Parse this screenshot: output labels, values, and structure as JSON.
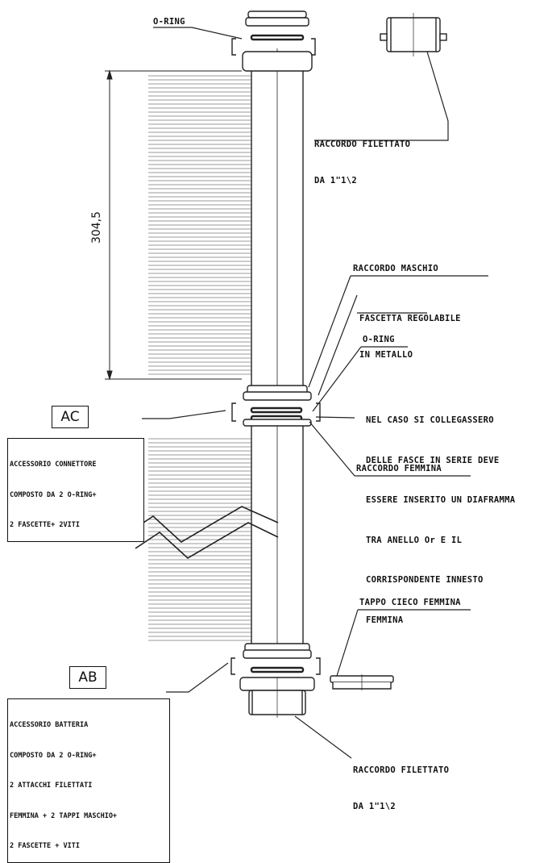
{
  "labels": {
    "oring_top": "O-RING",
    "raccordo_filettato_top": [
      "RACCORDO FILETTATO",
      "DA 1\"1\\2"
    ],
    "dimension": "304,5",
    "raccordo_maschio": "RACCORDO MASCHIO",
    "fascetta": [
      "FASCETTA REGOLABILE",
      "IN METALLO"
    ],
    "oring_mid": "O-RING",
    "nel_caso": [
      "NEL CASO SI COLLEGASSERO",
      "DELLE FASCE IN SERIE DEVE",
      "ESSERE INSERITO UN DIAFRAMMA",
      "TRA ANELLO Or E IL",
      "CORRISPONDENTE INNESTO",
      "FEMMINA"
    ],
    "raccordo_femmina": "RACCORDO FEMMINA",
    "tappo_cieco": "TAPPO CIECO FEMMINA",
    "raccordo_filettato_bottom": [
      "RACCORDO FILETTATO",
      "DA 1\"1\\2"
    ]
  },
  "callouts": {
    "ac_code": "AC",
    "ac_text": [
      "ACCESSORIO CONNETTORE",
      "COMPOSTO DA 2 O-RING+",
      "2 FASCETTE+ 2VITI"
    ],
    "ab_code": "AB",
    "ab_text": [
      "ACCESSORIO BATTERIA",
      "COMPOSTO DA 2 O-RING+",
      "2 ATTACCHI FILETTATI",
      "FEMMINA + 2 TAPPI MASCHIO+",
      "2 FASCETTE + VITI"
    ]
  }
}
